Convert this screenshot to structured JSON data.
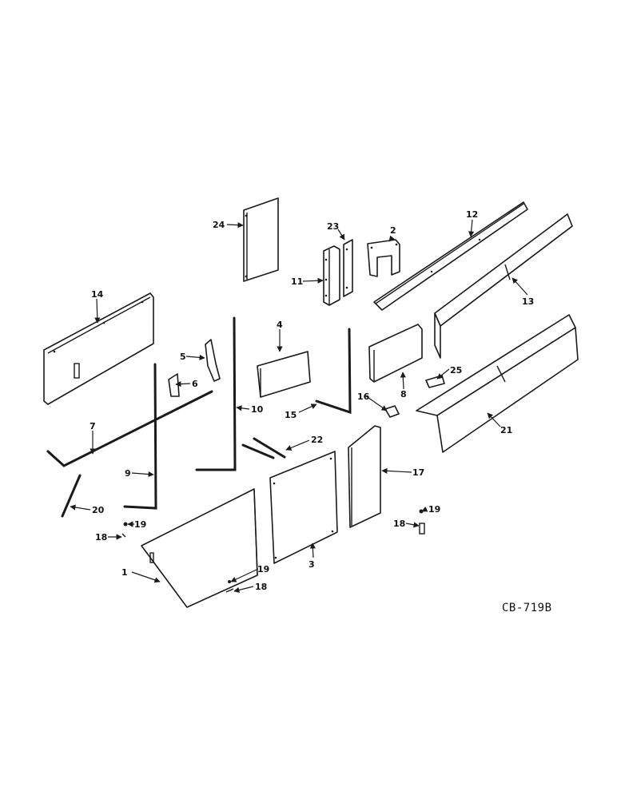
{
  "callouts": {
    "c1": "1",
    "c2": "2",
    "c3": "3",
    "c4": "4",
    "c5": "5",
    "c6": "6",
    "c7": "7",
    "c8": "8",
    "c9": "9",
    "c10": "10",
    "c11": "11",
    "c12": "12",
    "c13": "13",
    "c14": "14",
    "c15": "15",
    "c16": "16",
    "c17": "17",
    "c18a": "18",
    "c18b": "18",
    "c18c": "18",
    "c19a": "19",
    "c19b": "19",
    "c19c": "19",
    "c20": "20",
    "c21": "21",
    "c22": "22",
    "c23": "23",
    "c24": "24",
    "c25": "25"
  },
  "figure_code": "CB-719B"
}
